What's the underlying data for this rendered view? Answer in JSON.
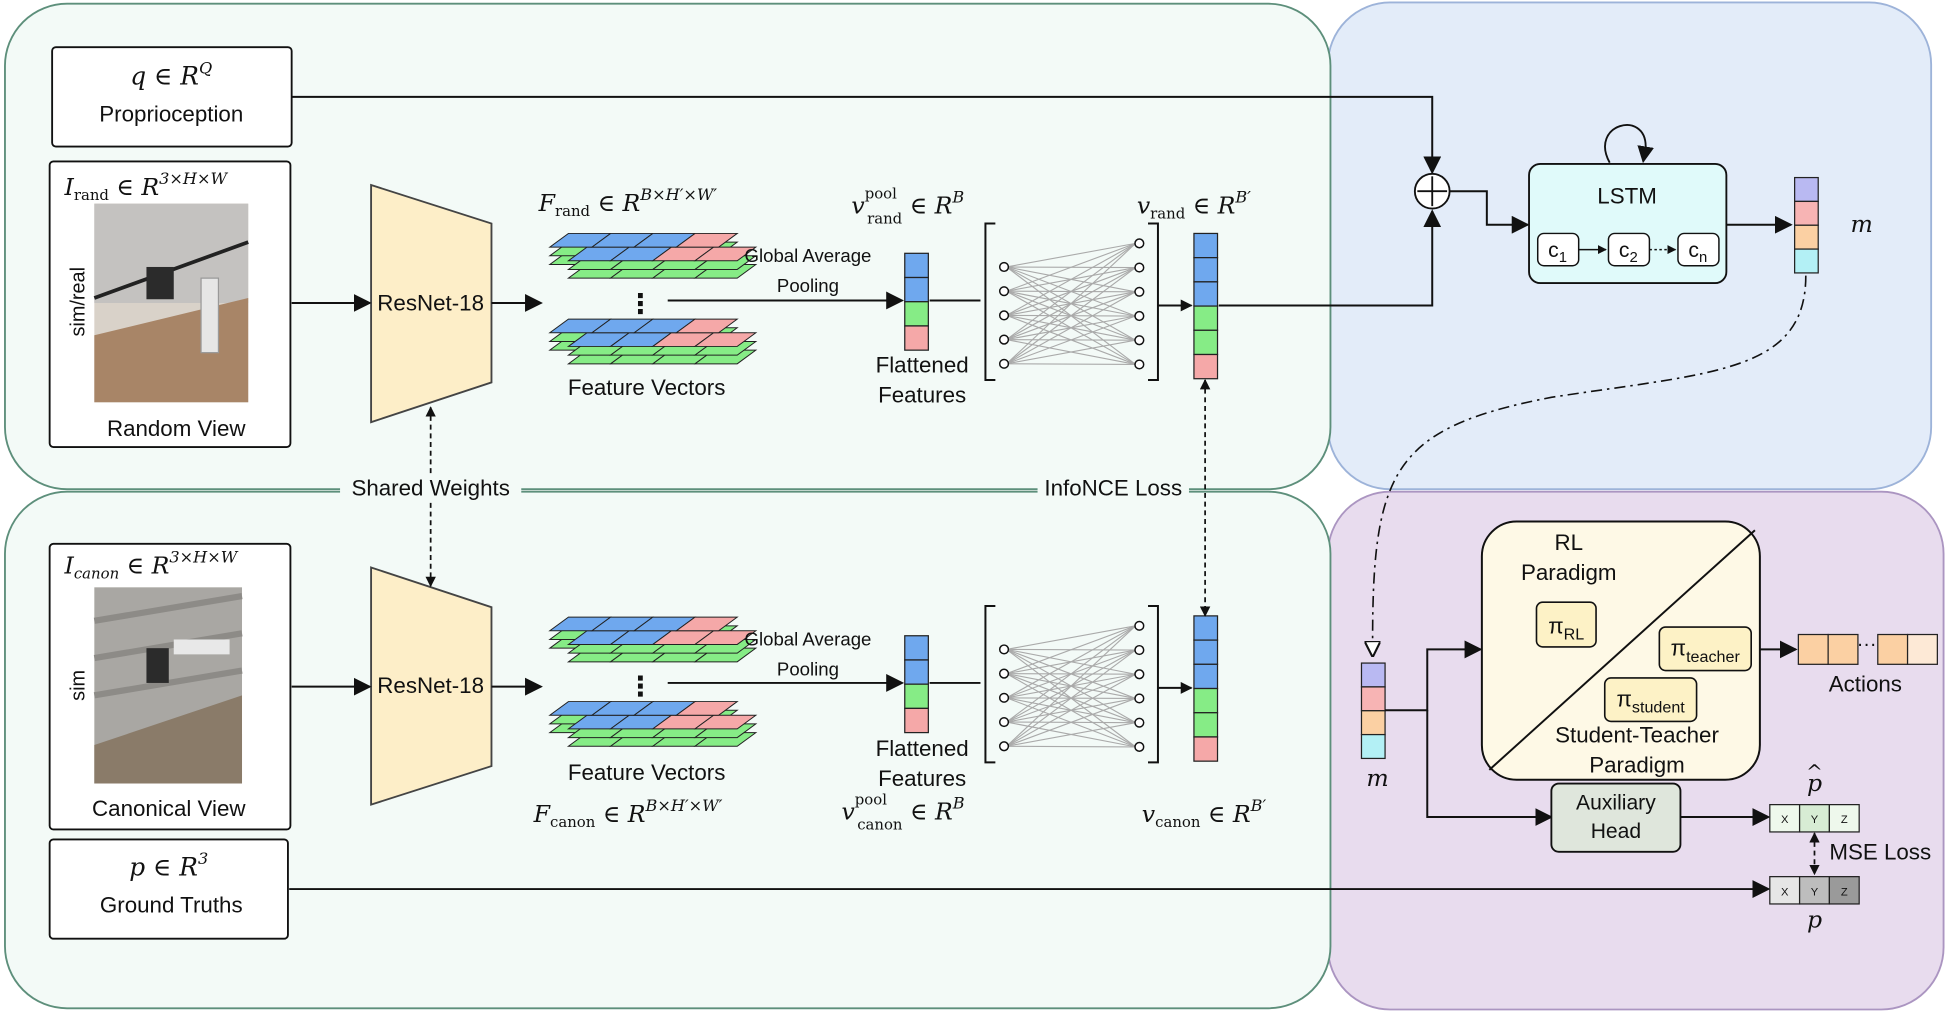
{
  "proprioception": {
    "math": "q ∈ R",
    "sup": "Q",
    "label": "Proprioception"
  },
  "random_view": {
    "math_sym": "I",
    "math_sub": "rand",
    "math_rest": " ∈ R",
    "math_sup": "3×H×W",
    "side_label": "sim/real",
    "label": "Random View"
  },
  "canonical_view": {
    "math_sym": "I",
    "math_sub": "canon",
    "math_rest": " ∈ R",
    "math_sup": "3×H×W",
    "side_label": "sim",
    "label": "Canonical View"
  },
  "ground_truths": {
    "math": "p ∈ R",
    "sup": "3",
    "label": "Ground Truths"
  },
  "backbone": {
    "top": "ResNet-18",
    "bottom": "ResNet-18"
  },
  "features": {
    "top_math_sym": "F",
    "top_math_sub": "rand",
    "top_math_rest": " ∈ R",
    "top_math_sup": "B×H′×W′",
    "bottom_math_sym": "F",
    "bottom_math_sub": "canon",
    "bottom_math_rest": " ∈ R",
    "bottom_math_sup": "B×H′×W′",
    "label": "Feature Vectors"
  },
  "pooling": {
    "line1": "Global Average",
    "line2": "Pooling"
  },
  "flattened": {
    "line1": "Flattened",
    "line2": "Features",
    "top_sym": "v",
    "top_sup": "pool",
    "top_sub": "rand",
    "top_rest": " ∈ R",
    "top_rsup": "B",
    "bottom_sym": "v",
    "bottom_sup": "pool",
    "bottom_sub": "canon",
    "bottom_rest": " ∈ R",
    "bottom_rsup": "B"
  },
  "embedding": {
    "top_sym": "v",
    "top_sub": "rand",
    "top_rest": " ∈ R",
    "top_sup": "B′",
    "bottom_sym": "v",
    "bottom_sub": "canon",
    "bottom_rest": " ∈ R",
    "bottom_sup": "B′"
  },
  "shared_weights": "Shared Weights",
  "infonce": "InfoNCE Loss",
  "lstm": {
    "title": "LSTM",
    "cells": [
      {
        "c": "c",
        "s": "1"
      },
      {
        "c": "c",
        "s": "2"
      },
      {
        "c": "c",
        "s": "n"
      }
    ]
  },
  "memory_label": "m",
  "policy": {
    "rl_line1": "RL",
    "rl_line2": "Paradigm",
    "st_line1": "Student-Teacher",
    "st_line2": "Paradigm",
    "pi_rl": {
      "pi": "π",
      "sub": "RL"
    },
    "pi_teacher": {
      "pi": "π",
      "sub": "teacher"
    },
    "pi_student": {
      "pi": "π",
      "sub": "student"
    }
  },
  "actions_label": "Actions",
  "aux_head": {
    "line1": "Auxiliary",
    "line2": "Head"
  },
  "p_hat": "p",
  "p": "p",
  "xyz": [
    "X",
    "Y",
    "Z"
  ],
  "mse_loss": "MSE Loss",
  "colors": {
    "left_panel": "#f3faf7",
    "left_border": "#5d8f7b",
    "lstm_panel": "#e3ecf9",
    "lstm_border": "#9db3d9",
    "policy_panel": "#e8dcee",
    "policy_border": "#ab95c1",
    "resnet": "#fdeec8",
    "blue": "#6fa8ee",
    "green": "#86ec86",
    "red": "#f5a8a8",
    "lavender": "#b9b9f2",
    "peach": "#fbd0a3",
    "cyan": "#b3f0f5",
    "pink": "#f7b4b4"
  }
}
